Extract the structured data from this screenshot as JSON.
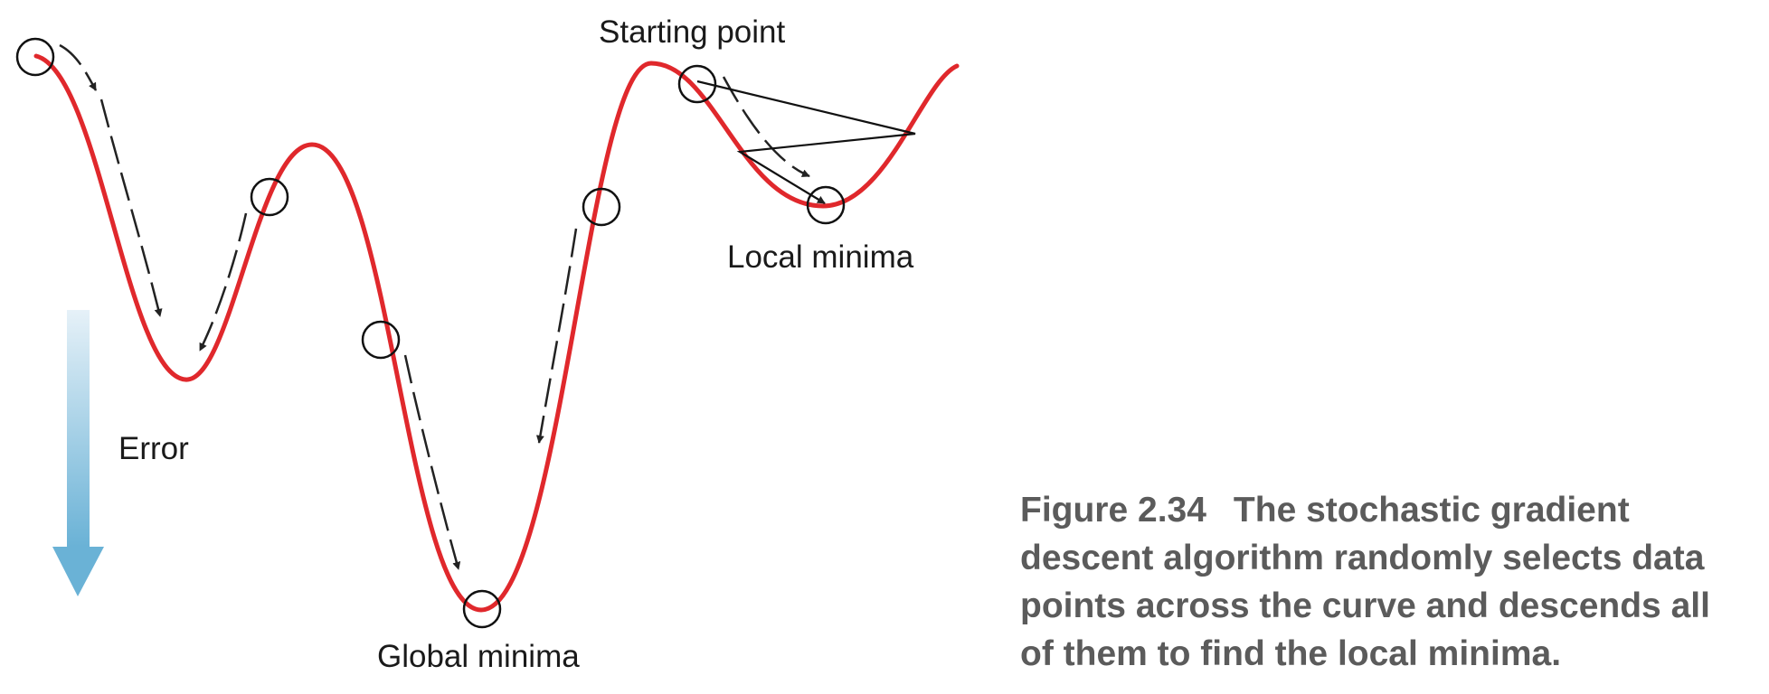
{
  "labels": {
    "starting_point": "Starting point",
    "local_minima": "Local minima",
    "global_minima": "Global minima",
    "error": "Error"
  },
  "caption": {
    "figure_number": "Figure 2.34",
    "text": "The stochastic gradient descent algorithm randomly selects data points across the curve and descends all of them to find the local minima."
  },
  "colors": {
    "curve": "#e0282c",
    "arrows": "#222222",
    "error_arrow_top": "#e6f1f8",
    "error_arrow_bottom": "#6ab2d6",
    "caption": "#5b5b5b"
  }
}
